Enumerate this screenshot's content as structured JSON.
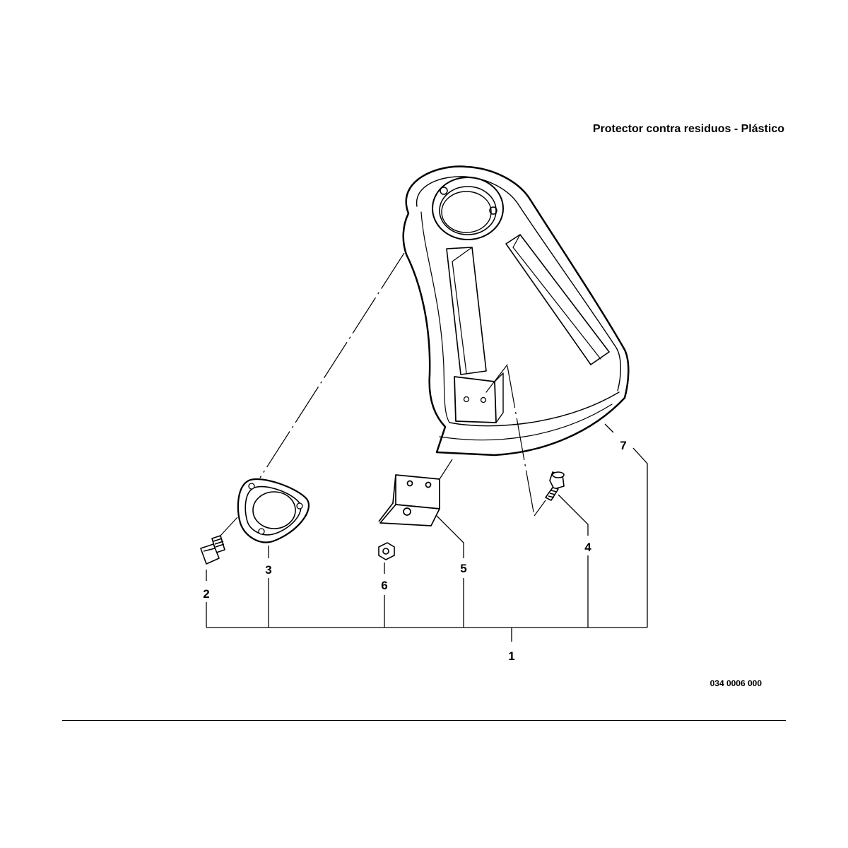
{
  "header": {
    "title": "Protector contra residuos - Plástico"
  },
  "callouts": {
    "c1": "1",
    "c2": "2",
    "c3": "3",
    "c4": "4",
    "c5": "5",
    "c6": "6",
    "c7": "7"
  },
  "footer": {
    "drawing_number": "034 0006 000"
  }
}
